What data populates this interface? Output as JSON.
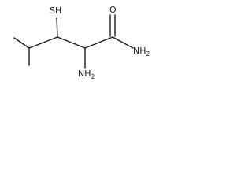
{
  "molecule": {
    "atoms": {
      "thiol": "SH",
      "carbonyl_oxygen": "O",
      "amide_nitrogen": "NH",
      "amide_subscript": "2",
      "amine_nitrogen": "NH",
      "amine_subscript": "2"
    }
  }
}
